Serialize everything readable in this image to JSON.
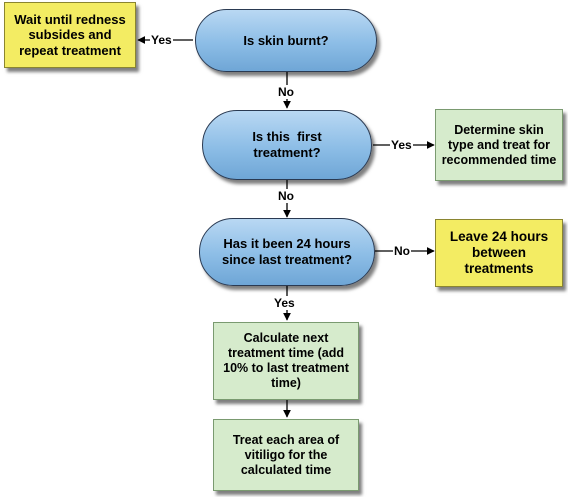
{
  "nodes": {
    "skin_burnt": "Is skin burnt?",
    "first_treatment": "Is this  first treatment?",
    "hours_24": "Has it been 24 hours since last treatment?",
    "wait_redness": "Wait until redness subsides and repeat treatment",
    "determine_skin": "Determine skin type and treat for recommended time",
    "leave_24": "Leave 24 hours between treatments",
    "calculate_next": "Calculate next treatment time (add 10% to last treatment time)",
    "treat_area": "Treat each area of vitiligo for the calculated time"
  },
  "edges": {
    "yes_burnt": "Yes",
    "no_burnt": "No",
    "yes_first": "Yes",
    "no_first": "No",
    "no_24": "No",
    "yes_24": "Yes"
  },
  "colors": {
    "decision_fill": "#8cbde6",
    "yellow_fill": "#f3ec63",
    "green_fill": "#d6ebcc",
    "line": "#000000"
  }
}
